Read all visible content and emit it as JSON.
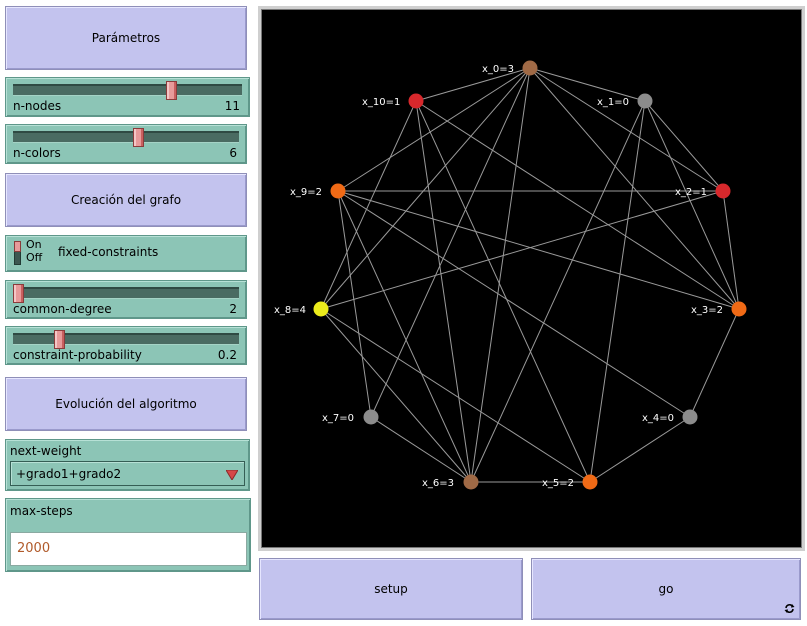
{
  "buttons": {
    "parametros": "Parámetros",
    "creacion": "Creación del grafo",
    "evolucion": "Evolución del algoritmo",
    "setup": "setup",
    "go": "go"
  },
  "sliders": [
    {
      "label": "n-nodes",
      "value": "11",
      "fraction": 0.72
    },
    {
      "label": "n-colors",
      "value": "6",
      "fraction": 0.55
    },
    {
      "label": "common-degree",
      "value": "2",
      "fraction": 0.0
    },
    {
      "label": "constraint-probability",
      "value": "0.2",
      "fraction": 0.2
    }
  ],
  "switch": {
    "label": "fixed-constraints",
    "on": "On",
    "off": "Off",
    "state": "on"
  },
  "chooser": {
    "label": "next-weight",
    "value": "+grado1+grado2"
  },
  "input": {
    "label": "max-steps",
    "value": "2000"
  },
  "graph": {
    "nodes": [
      {
        "id": "x0",
        "label": "x_0=3",
        "color": "#a06a46"
      },
      {
        "id": "x1",
        "label": "x_1=0",
        "color": "#8c8c8c"
      },
      {
        "id": "x2",
        "label": "x_2=1",
        "color": "#d7282c"
      },
      {
        "id": "x3",
        "label": "x_3=2",
        "color": "#f06a16"
      },
      {
        "id": "x4",
        "label": "x_4=0",
        "color": "#8c8c8c"
      },
      {
        "id": "x5",
        "label": "x_5=2",
        "color": "#f06a16"
      },
      {
        "id": "x6",
        "label": "x_6=3",
        "color": "#a06a46"
      },
      {
        "id": "x7",
        "label": "x_7=0",
        "color": "#8c8c8c"
      },
      {
        "id": "x8",
        "label": "x_8=4",
        "color": "#ecec1c"
      },
      {
        "id": "x9",
        "label": "x_9=2",
        "color": "#f06a16"
      },
      {
        "id": "x10",
        "label": "x_10=1",
        "color": "#d7282c"
      }
    ],
    "edges": [
      [
        "x0",
        "x1"
      ],
      [
        "x0",
        "x10"
      ],
      [
        "x0",
        "x9"
      ],
      [
        "x0",
        "x8"
      ],
      [
        "x0",
        "x7"
      ],
      [
        "x0",
        "x6"
      ],
      [
        "x0",
        "x3"
      ],
      [
        "x0",
        "x2"
      ],
      [
        "x1",
        "x2"
      ],
      [
        "x1",
        "x3"
      ],
      [
        "x1",
        "x5"
      ],
      [
        "x1",
        "x6"
      ],
      [
        "x2",
        "x9"
      ],
      [
        "x2",
        "x8"
      ],
      [
        "x2",
        "x3"
      ],
      [
        "x3",
        "x4"
      ],
      [
        "x3",
        "x10"
      ],
      [
        "x3",
        "x9"
      ],
      [
        "x4",
        "x9"
      ],
      [
        "x4",
        "x5"
      ],
      [
        "x5",
        "x6"
      ],
      [
        "x5",
        "x10"
      ],
      [
        "x5",
        "x8"
      ],
      [
        "x6",
        "x7"
      ],
      [
        "x6",
        "x8"
      ],
      [
        "x6",
        "x9"
      ],
      [
        "x6",
        "x10"
      ],
      [
        "x7",
        "x9"
      ],
      [
        "x8",
        "x10"
      ]
    ]
  }
}
